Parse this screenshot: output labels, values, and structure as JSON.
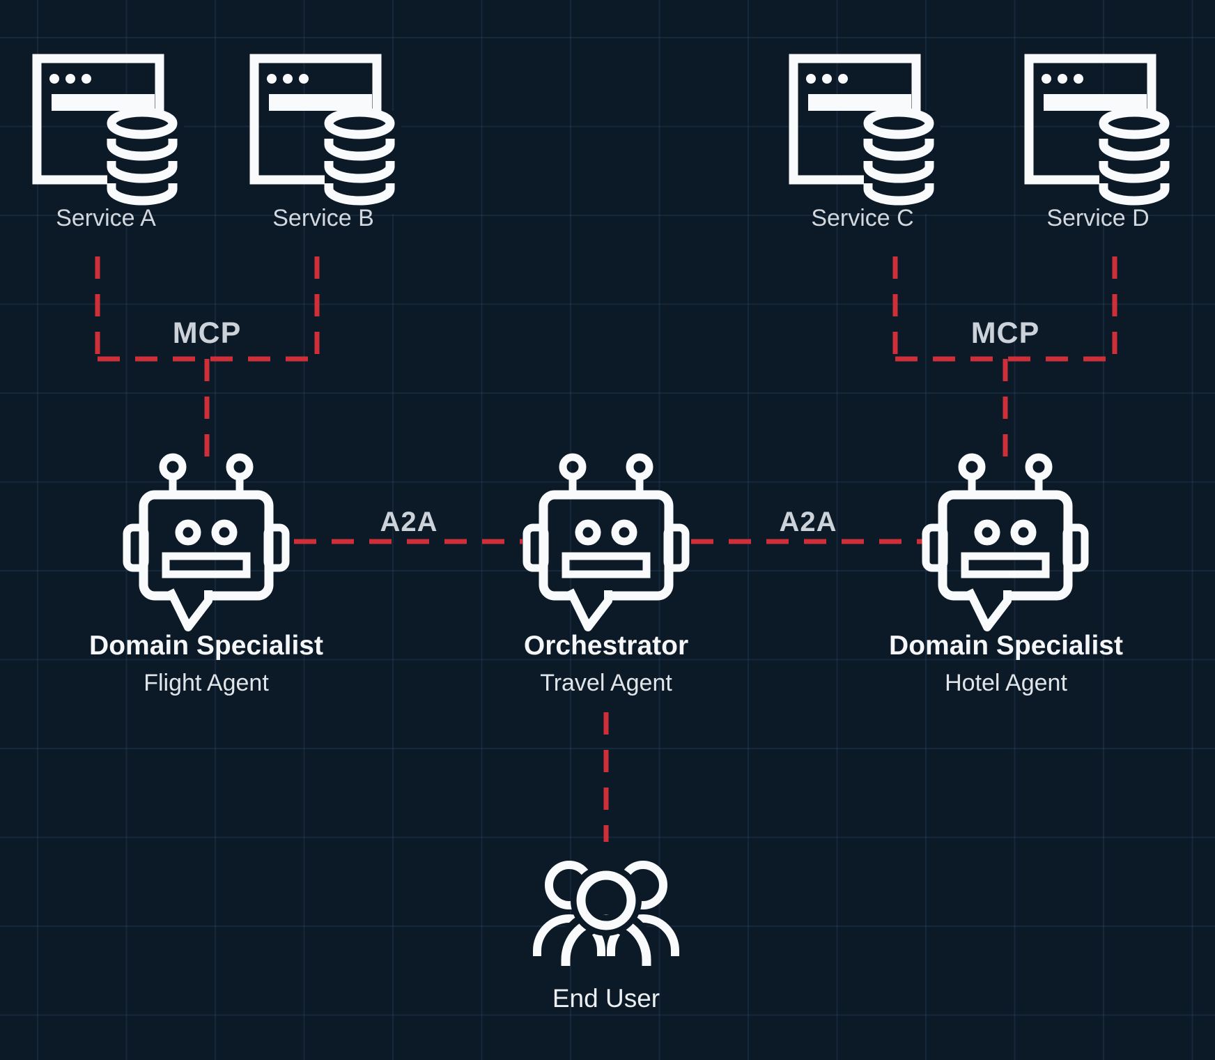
{
  "colors": {
    "background": "#0c1926",
    "grid_line": "#22395a",
    "connector_red": "#ce2f38",
    "icon_white": "#f8fafb",
    "label_gray": "#d2d8de",
    "title_white": "#f4f6f8"
  },
  "services": [
    {
      "label": "Service A"
    },
    {
      "label": "Service B"
    },
    {
      "label": "Service C"
    },
    {
      "label": "Service D"
    }
  ],
  "agents": [
    {
      "role": "Domain Specialist",
      "name": "Flight Agent"
    },
    {
      "role": "Orchestrator",
      "name": "Travel Agent"
    },
    {
      "role": "Domain Specialist",
      "name": "Hotel Agent"
    }
  ],
  "end_user": {
    "label": "End User"
  },
  "edges": {
    "mcp_left": "MCP",
    "mcp_right": "MCP",
    "a2a_left": "A2A",
    "a2a_right": "A2A"
  }
}
